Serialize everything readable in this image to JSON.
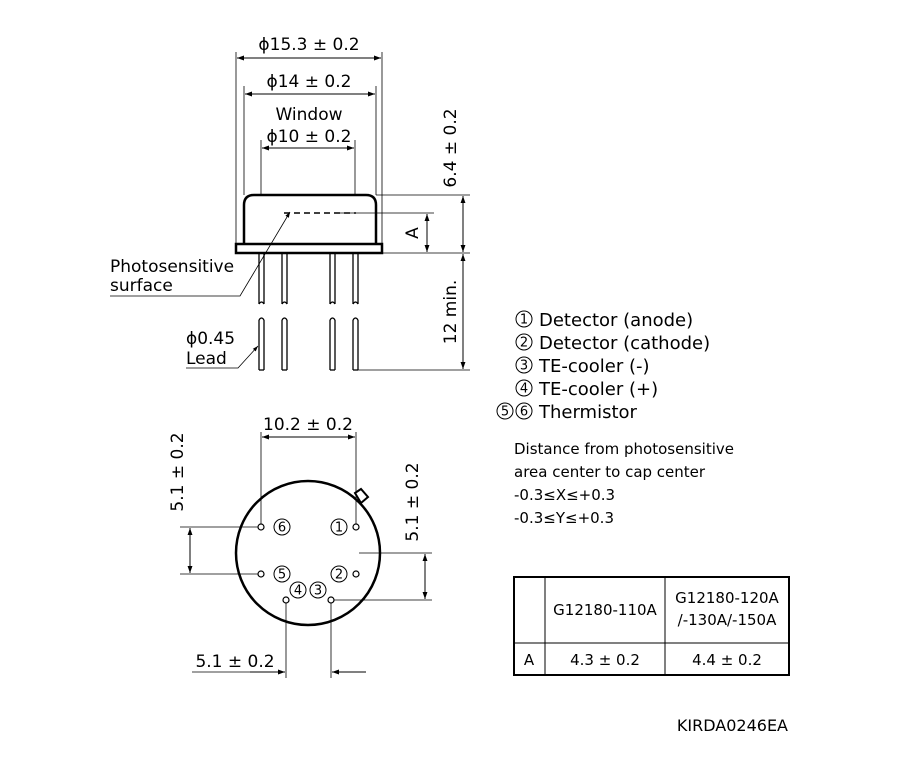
{
  "top_view": {
    "dim_outer": "ϕ15.3 ± 0.2",
    "dim_flange": "ϕ14 ± 0.2",
    "window_label": "Window",
    "dim_window": "ϕ10 ± 0.2",
    "dim_height": "6.4 ± 0.2",
    "dim_a": "A",
    "dim_lead_length": "12 min.",
    "photosensitive_label_1": "Photosensitive",
    "photosensitive_label_2": "surface",
    "lead_dia": "ϕ0.45",
    "lead_label": "Lead"
  },
  "bottom_view": {
    "dim_top": "10.2 ± 0.2",
    "dim_left": "5.1 ± 0.2",
    "dim_right": "5.1 ± 0.2",
    "dim_bottom": "5.1 ± 0.2",
    "pins": [
      "1",
      "2",
      "3",
      "4",
      "5",
      "6"
    ]
  },
  "legend": {
    "items": [
      {
        "num": "1",
        "text": "Detector (anode)"
      },
      {
        "num": "2",
        "text": "Detector (cathode)"
      },
      {
        "num": "3",
        "text": "TE-cooler (-)"
      },
      {
        "num": "4",
        "text": "TE-cooler (+)"
      },
      {
        "num": "5 6",
        "text": "Thermistor"
      }
    ]
  },
  "note": {
    "line1": "Distance from photosensitive",
    "line2": "area center to cap center",
    "line3": "-0.3≤X≤+0.3",
    "line4": "-0.3≤Y≤+0.3"
  },
  "table": {
    "corner": "",
    "col1": "G12180-110A",
    "col2_line1": "G12180-120A",
    "col2_line2": "/-130A/-150A",
    "row_label": "A",
    "val1": "4.3 ± 0.2",
    "val2": "4.4 ± 0.2"
  },
  "drawing_code": "KIRDA0246EA"
}
